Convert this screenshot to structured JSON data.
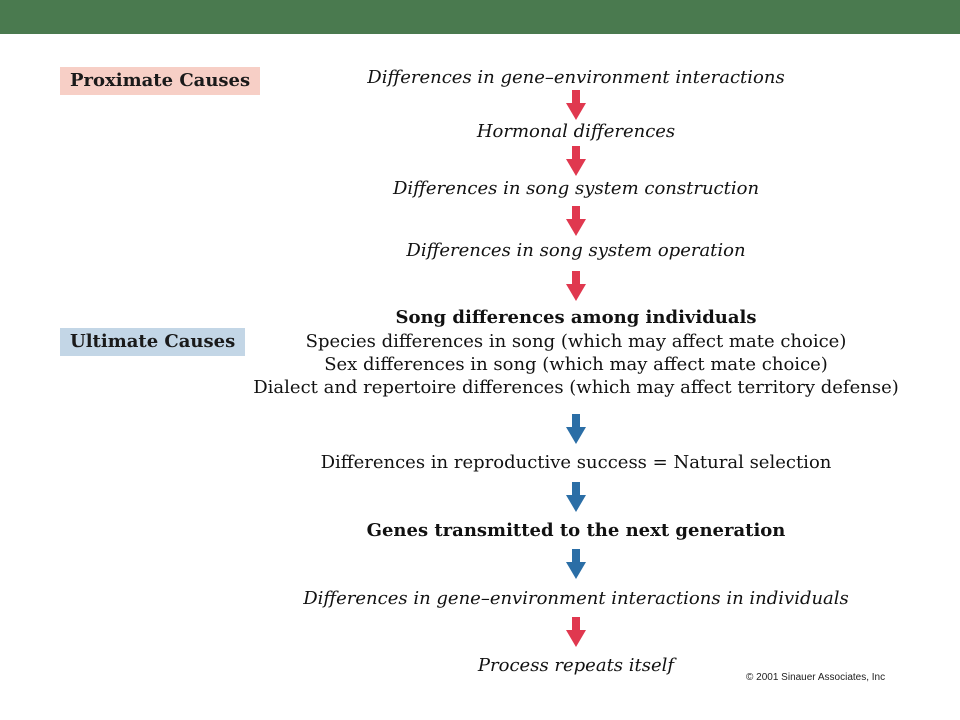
{
  "labels": {
    "proximate": "Proximate Causes",
    "ultimate": "Ultimate Causes"
  },
  "steps": [
    "Differences in gene–environment interactions",
    "Hormonal differences",
    "Differences in song system construction",
    "Differences in song system operation"
  ],
  "song_block": {
    "heading": "Song differences among individuals",
    "lines": [
      "Species differences in song (which may affect mate choice)",
      "Sex differences in song (which may affect mate choice)",
      "Dialect and repertoire differences (which may affect territory defense)"
    ]
  },
  "ultimate_steps": {
    "selection": "Differences in reproductive success = Natural selection",
    "genes": "Genes transmitted to the next generation",
    "individuals": "Differences in gene–environment interactions in individuals",
    "repeat": "Process repeats itself"
  },
  "colors": {
    "header_bar": "#4a7a4f",
    "proximate_bg": "#f7cfc6",
    "ultimate_bg": "#c3d6e6",
    "arrow_red": "#e0384f",
    "arrow_blue": "#2b6ea6"
  },
  "copyright": "© 2001 Sinauer Associates, Inc"
}
